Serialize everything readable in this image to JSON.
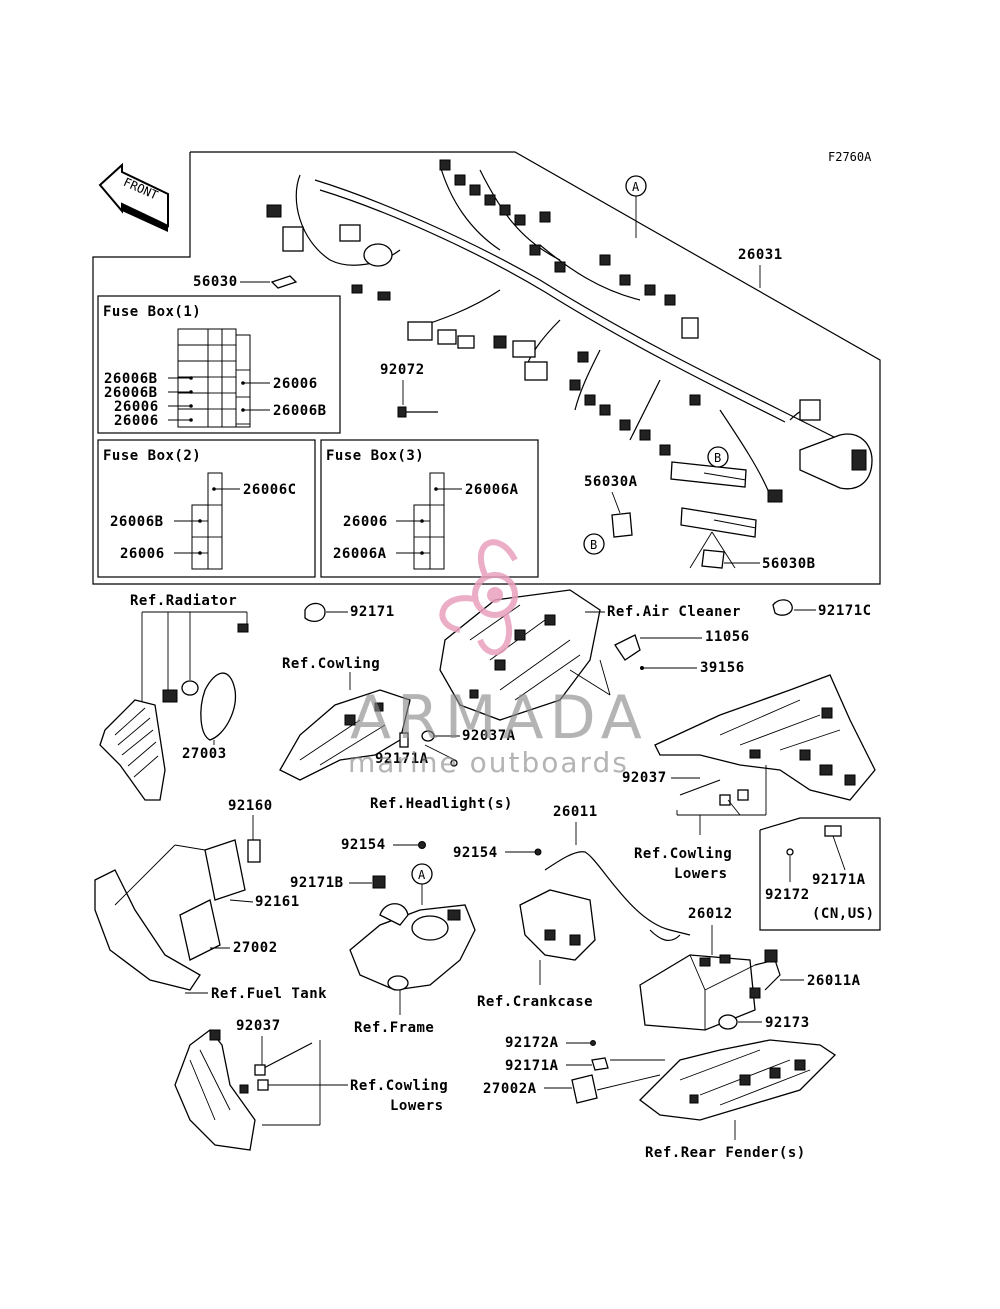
{
  "diagram_code": "F2760A",
  "front_label": "FRONT",
  "callouts": {
    "a": "A",
    "b": "B"
  },
  "fuse_boxes": {
    "box1": {
      "title": "Fuse Box(1)",
      "labels": [
        "26006B",
        "26006B",
        "26006",
        "26006"
      ],
      "right_labels": [
        "26006",
        "26006B"
      ]
    },
    "box2": {
      "title": "Fuse Box(2)",
      "top_label": "26006C",
      "labels": [
        "26006B",
        "26006"
      ]
    },
    "box3": {
      "title": "Fuse Box(3)",
      "top_label": "26006A",
      "labels": [
        "26006",
        "26006A"
      ]
    }
  },
  "parts": {
    "p26031": "26031",
    "p56030": "56030",
    "p92072": "92072",
    "p56030A": "56030A",
    "p56030B": "56030B",
    "p92171": "92171",
    "p92171C": "92171C",
    "p11056": "11056",
    "p39156": "39156",
    "p27003": "27003",
    "p92037A": "92037A",
    "p92171A_1": "92171A",
    "p92037_1": "92037",
    "p92160": "92160",
    "p92161": "92161",
    "p27002": "27002",
    "p92154_1": "92154",
    "p92154_2": "92154",
    "p92171B": "92171B",
    "p26011": "26011",
    "p26012": "26012",
    "p26011A": "26011A",
    "p92173": "92173",
    "p92172A": "92172A",
    "p92171A_2": "92171A",
    "p27002A": "27002A",
    "p92037_2": "92037",
    "p92172": "92172",
    "p92171A_3": "92171A",
    "cn_us": "(CN,US)"
  },
  "refs": {
    "radiator": "Ref.Radiator",
    "air_cleaner": "Ref.Air Cleaner",
    "cowling": "Ref.Cowling",
    "headlight": "Ref.Headlight(s)",
    "cowling_lowers_1": "Ref.Cowling",
    "cowling_lowers_1b": "Lowers",
    "fuel_tank": "Ref.Fuel Tank",
    "frame": "Ref.Frame",
    "crankcase": "Ref.Crankcase",
    "cowling_lowers_2": "Ref.Cowling",
    "cowling_lowers_2b": "Lowers",
    "rear_fender": "Ref.Rear Fender(s)"
  },
  "watermark": {
    "brand": "ARMADA",
    "tagline": "marine outboards",
    "accent_color": "#e8a0bd"
  }
}
